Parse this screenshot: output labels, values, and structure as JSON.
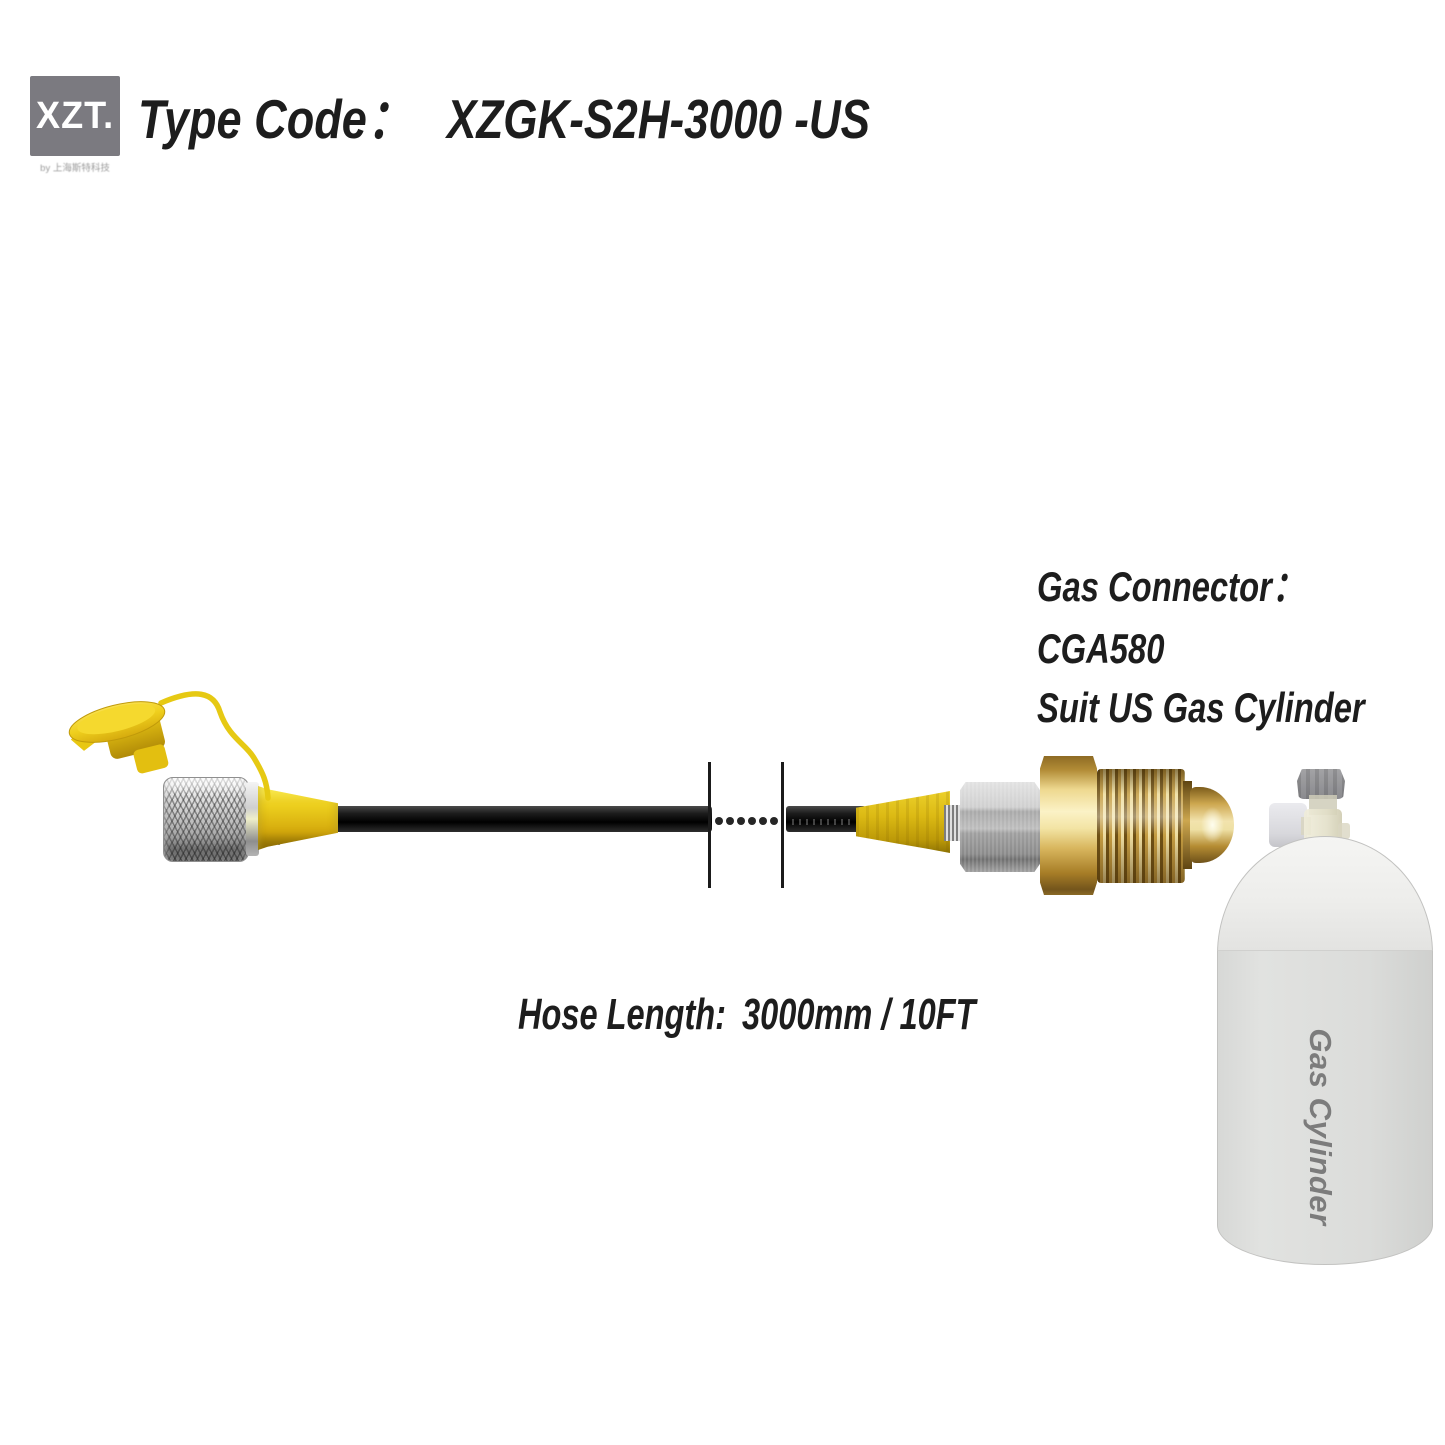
{
  "logo": {
    "brand": "XZT.",
    "byline": "by 上海斯特科技"
  },
  "header": {
    "label": "Type Code：",
    "code": "XZGK-S2H-3000 -US"
  },
  "connector_note": {
    "title": "Gas Connector：",
    "model": "CGA580",
    "suit": "Suit US Gas Cylinder"
  },
  "hose_note": {
    "label": "Hose Length:",
    "value": "3000mm / 10FT"
  },
  "cylinder": {
    "label": "Gas Cylinder"
  },
  "colors": {
    "brand_gray": "#7b7a80",
    "ink": "#1d1d1d",
    "accent_yellow": "#eecb1a",
    "brass": "#c59d45",
    "steel": "#c9c9c9",
    "hose_black": "#141414",
    "cylinder_gray": "#dcdddb",
    "cylinder_label_gray": "#7c7c7c"
  }
}
